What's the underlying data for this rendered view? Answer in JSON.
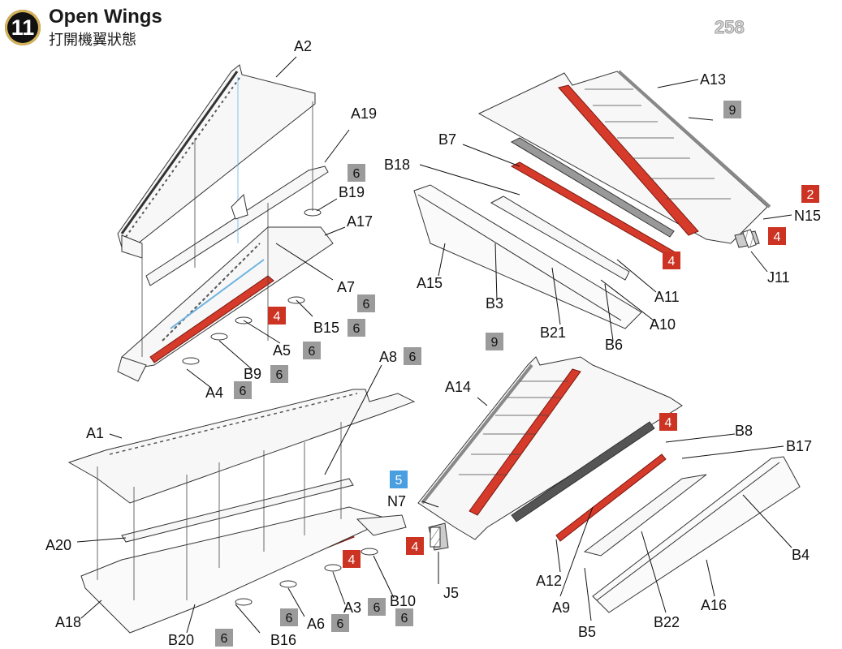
{
  "header": {
    "step_number": "11",
    "title": "Open Wings",
    "subtitle": "打開機翼狀態",
    "page_number": "258"
  },
  "colors": {
    "paint_red": "#d63a2a",
    "badge_gray": "#9b9b9b",
    "badge_blue": "#4a9fe0",
    "badge_red": "#cc3322"
  },
  "callouts": {
    "tl": [
      "A2",
      "A19",
      "B19",
      "A17",
      "A7",
      "B15",
      "A5",
      "B9",
      "A4"
    ],
    "tr": [
      "A13",
      "N15",
      "B7",
      "B18",
      "J11",
      "A15",
      "A11",
      "B3",
      "A10",
      "B21",
      "B6"
    ],
    "bl": [
      "A8",
      "A1",
      "A20",
      "A18",
      "B20",
      "B16",
      "A6",
      "A3",
      "B10"
    ],
    "br": [
      "A14",
      "B8",
      "B17",
      "N7",
      "J5",
      "A12",
      "B4",
      "A9",
      "B5",
      "B22",
      "A16"
    ]
  },
  "badges": {
    "tl": [
      "6",
      "4",
      "6",
      "6",
      "6",
      "6",
      "6"
    ],
    "tr": [
      "9",
      "2",
      "4",
      "4"
    ],
    "bl": [
      "6",
      "4",
      "6",
      "6",
      "6",
      "6",
      "6"
    ],
    "br": [
      "9",
      "4",
      "5",
      "4"
    ]
  }
}
